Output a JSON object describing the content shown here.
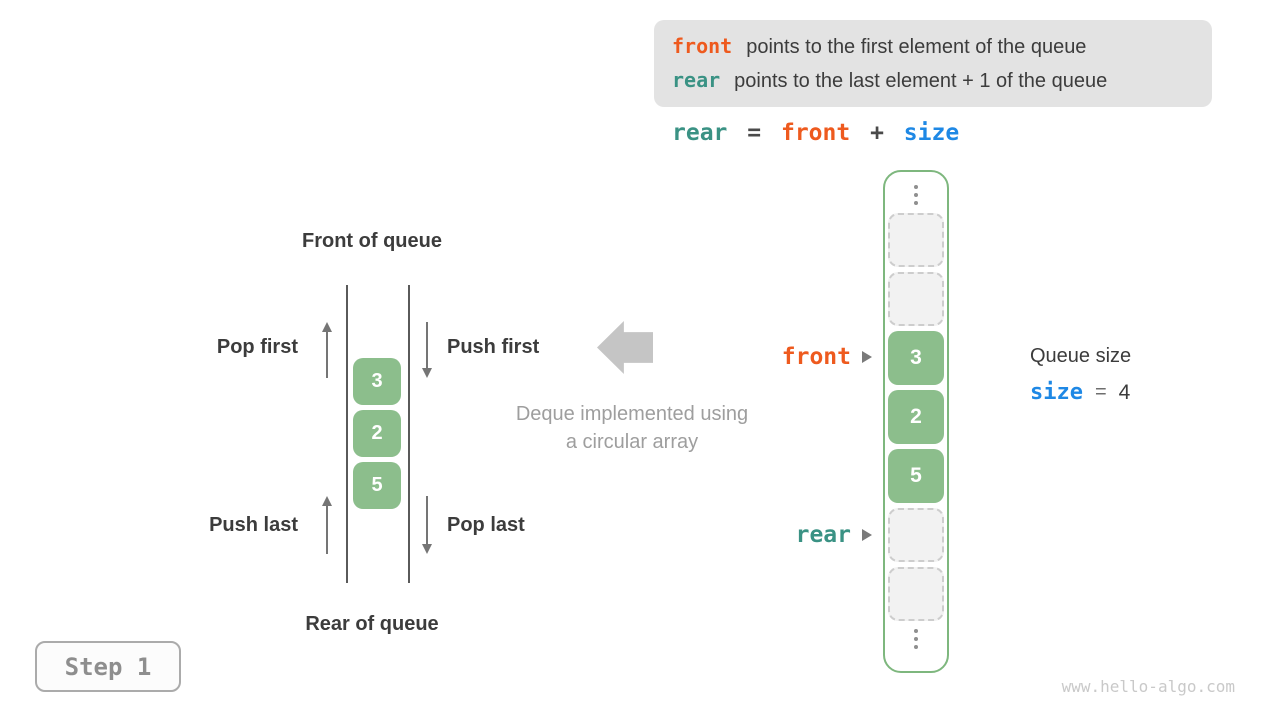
{
  "info_box": {
    "lines": [
      {
        "keyword": "front",
        "text": "points to the first element of the queue"
      },
      {
        "keyword": "rear",
        "text": "points to the last element + 1 of the queue"
      }
    ]
  },
  "formula": {
    "parts": [
      "rear",
      "=",
      "front",
      "+",
      "size"
    ]
  },
  "left_diagram": {
    "front_of_queue": "Front of queue",
    "rear_of_queue": "Rear of queue",
    "pop_first": "Pop first",
    "push_first": "Push first",
    "push_last": "Push last",
    "pop_last": "Pop last",
    "values": [
      "3",
      "2",
      "5"
    ]
  },
  "center": {
    "caption_line1": "Deque implemented using",
    "caption_line2": "a circular array"
  },
  "array_column": {
    "cells": [
      {
        "type": "ellipsis"
      },
      {
        "type": "empty"
      },
      {
        "type": "empty"
      },
      {
        "type": "filled",
        "value": "3",
        "pointer": "front"
      },
      {
        "type": "filled",
        "value": "2"
      },
      {
        "type": "filled",
        "value": "5"
      },
      {
        "type": "empty",
        "pointer": "rear"
      },
      {
        "type": "empty"
      },
      {
        "type": "ellipsis"
      }
    ],
    "front_label": "front",
    "rear_label": "rear"
  },
  "queue_size": {
    "title": "Queue size",
    "var": "size",
    "eq": "=",
    "value": "4"
  },
  "step_badge": {
    "label": "Step 1"
  },
  "watermark": "www.hello-algo.com",
  "colors": {
    "accent_orange": "#EE5A1E",
    "accent_teal": "#3A9284",
    "accent_blue": "#1E88E5",
    "cell_green": "#8CBE8C",
    "container_border_green": "#7EB77E",
    "info_box_bg": "#E3E3E3",
    "text_dark": "#3C3C3C",
    "caption_gray": "#9E9E9E"
  }
}
